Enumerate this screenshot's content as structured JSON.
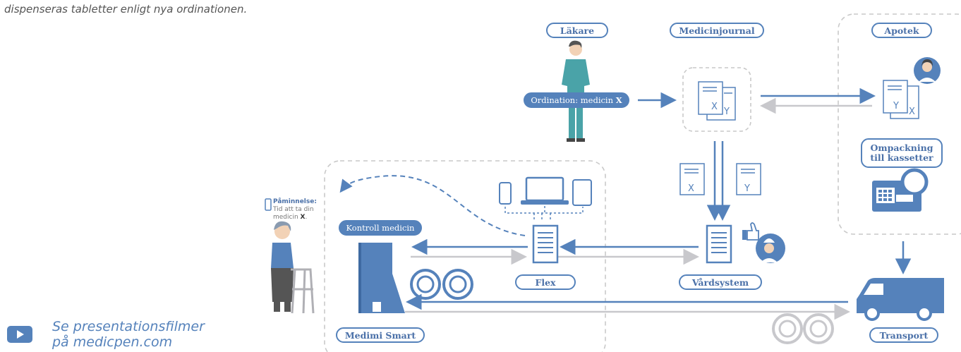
{
  "caption": "dispenseras tabletter enligt nya ordinationen.",
  "labels": {
    "lakare": "Läkare",
    "medicinjournal": "Medicinjournal",
    "apotek": "Apotek",
    "ompackning_line1": "Ompackning",
    "ompackning_line2": "till kassetter",
    "kontroll": "Kontroll medicin",
    "flex": "Flex",
    "vardsystem": "Vårdsystem",
    "medimi": "Medimi Smart",
    "transport": "Transport",
    "ordination_prefix": "Ordination: medicin",
    "ordination_x": "X"
  },
  "reminder": {
    "title": "Påminnelse:",
    "text": "Tid att ta din medicin",
    "medicine": "X",
    "end": "."
  },
  "documents": {
    "x": "X",
    "y": "Y"
  },
  "promo": {
    "line1": "Se presentationsfilmer",
    "line2": "på medicpen.com"
  },
  "colors": {
    "accent": "#5582bb",
    "light_arrow": "#c8c8cc",
    "dashed_box": "#c9c9c9"
  },
  "icons": [
    "doctor-icon",
    "pharmacist-icon",
    "nurse-icon",
    "thumbs-up-icon",
    "elderly-woman-icon",
    "phone-icon",
    "laptop-icon",
    "tablet-icon",
    "server-icon",
    "dispenser-icon",
    "repackaging-machine-icon",
    "van-icon",
    "cassette-icon",
    "play-icon"
  ]
}
